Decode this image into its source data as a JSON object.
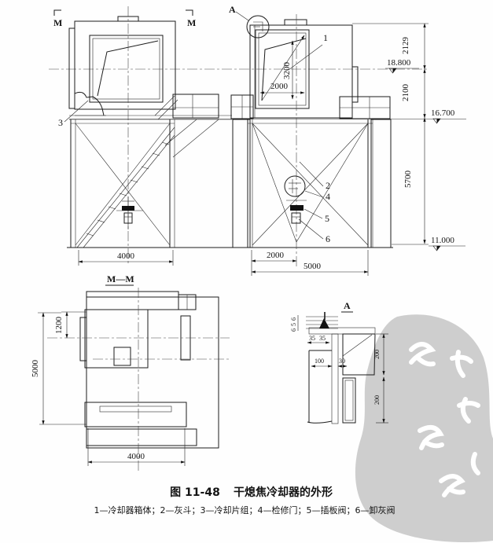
{
  "figure": {
    "number": "图 11-48",
    "title": "干熄焦冷却器的外形",
    "legend": "1—冷却器箱体；2—灰斗；3—冷却片组；4—检修门；5—插板阀；6—卸灰阀"
  },
  "side_view": {
    "marker_left": "M",
    "marker_right": "M",
    "label_3": "3",
    "dim_width": "4000"
  },
  "front_view": {
    "detail_label": "A",
    "label_1": "1",
    "label_2": "2",
    "label_4": "4",
    "label_5": "5",
    "label_6": "6",
    "dim_door_height": "3200",
    "dim_door_width": "2000",
    "dim_bottom_left": "2000",
    "dim_bottom_total": "5000"
  },
  "elevation_dims": {
    "seg_top": "2129",
    "level_top": "18.800",
    "seg_mid": "2100",
    "level_mid": "16.700",
    "seg_bottom": "5700",
    "level_bottom": "11.000"
  },
  "section_mm": {
    "title": "M—M",
    "dim_inner": "1200",
    "dim_height": "5000",
    "dim_width": "4000"
  },
  "detail_a": {
    "title": "A",
    "plate_top": "6",
    "plate_mid": "5",
    "plate_bot": "6",
    "gap_a": "35",
    "gap_b": "35",
    "dim_wall": "100",
    "dim_gap": "30",
    "dim_upper": "200",
    "dim_lower": "200"
  }
}
